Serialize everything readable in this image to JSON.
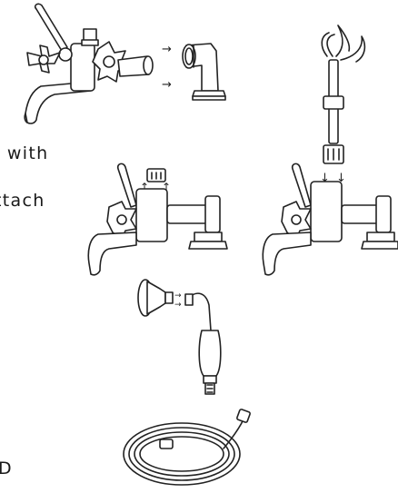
{
  "instructions": {
    "line1": "l with",
    "line2": "ttach",
    "line3": "D"
  },
  "arrow_glyph": "→"
}
